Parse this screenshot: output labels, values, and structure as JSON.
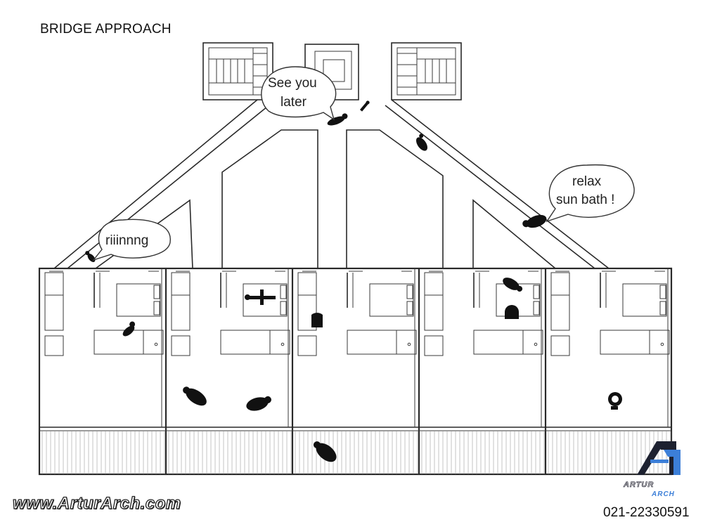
{
  "title": "BRIDGE APPROACH",
  "bubbles": {
    "left": "riiinnng",
    "top": [
      "See you",
      "later"
    ],
    "right": [
      "relax",
      "sun bath !"
    ]
  },
  "website": "www.ArturArch.com",
  "phone": "021-22330591",
  "logo": {
    "word1": "ARTUR",
    "word2": "ARCH",
    "accent_color": "#3c7fd8",
    "dark_color": "#1d2130"
  },
  "colors": {
    "line": "#2a2a2a",
    "figure": "#111111",
    "background": "#ffffff"
  }
}
